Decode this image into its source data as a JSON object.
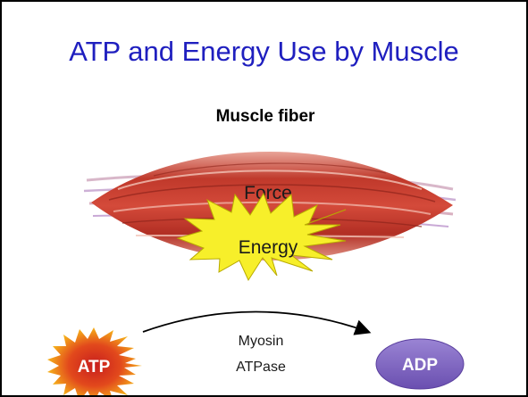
{
  "slide": {
    "title": "ATP and Energy Use by Muscle"
  },
  "diagram": {
    "heading": "Muscle fiber",
    "force_label": "Force",
    "energy_label": "Energy",
    "atp_label": "ATP",
    "adp_label": "ADP",
    "enzyme_line1": "Myosin",
    "enzyme_line2": "ATPase"
  },
  "colors": {
    "title": "#1f1fbf",
    "muscle": "#c0392b",
    "energy_burst": "#f7ef2a",
    "atp_burst_outer": "#f5b014",
    "atp_burst_inner": "#d8261f",
    "adp_ellipse": "#7f64c0"
  }
}
